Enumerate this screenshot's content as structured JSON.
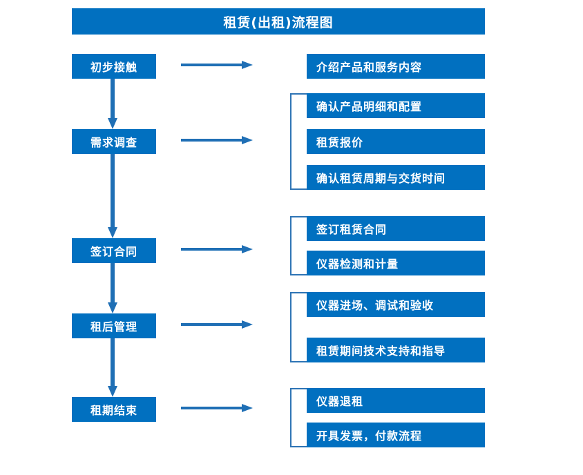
{
  "document": {
    "title": "租赁(出租)流程图",
    "accent_color": "#0170C0",
    "bracket_color": "#2E74B5",
    "arrow_color": "#1F6FB5",
    "text_color": "#FFFFFF",
    "background_color": "#FFFFFF"
  },
  "stages": [
    {
      "label": "初步接触"
    },
    {
      "label": "需求调查"
    },
    {
      "label": "签订合同"
    },
    {
      "label": "租后管理"
    },
    {
      "label": "租期结束"
    }
  ],
  "details": [
    {
      "label": "介绍产品和服务内容"
    },
    {
      "label": "确认产品明细和配置"
    },
    {
      "label": "租赁报价"
    },
    {
      "label": "确认租赁周期与交货时间"
    },
    {
      "label": "签订租赁合同"
    },
    {
      "label": "仪器检测和计量"
    },
    {
      "label": "仪器进场、调试和验收"
    },
    {
      "label": "租赁期间技术支持和指导"
    },
    {
      "label": "仪器退租"
    },
    {
      "label": "开具发票，付款流程"
    }
  ],
  "flow": {
    "type": "flowchart",
    "orientation": "vertical-with-branches",
    "stage_to_detail_arrow": "right-arrow",
    "stage_to_stage_arrow": "down-arrow",
    "groups": [
      {
        "stage": "初步接触",
        "details": [
          "介绍产品和服务内容"
        ],
        "bracket": false
      },
      {
        "stage": "需求调查",
        "details": [
          "确认产品明细和配置",
          "租赁报价",
          "确认租赁周期与交货时间"
        ],
        "bracket": true
      },
      {
        "stage": "签订合同",
        "details": [
          "签订租赁合同",
          "仪器检测和计量"
        ],
        "bracket": true
      },
      {
        "stage": "租后管理",
        "details": [
          "仪器进场、调试和验收",
          "租赁期间技术支持和指导"
        ],
        "bracket": true
      },
      {
        "stage": "租期结束",
        "details": [
          "仪器退租",
          "开具发票，付款流程"
        ],
        "bracket": true
      }
    ]
  }
}
